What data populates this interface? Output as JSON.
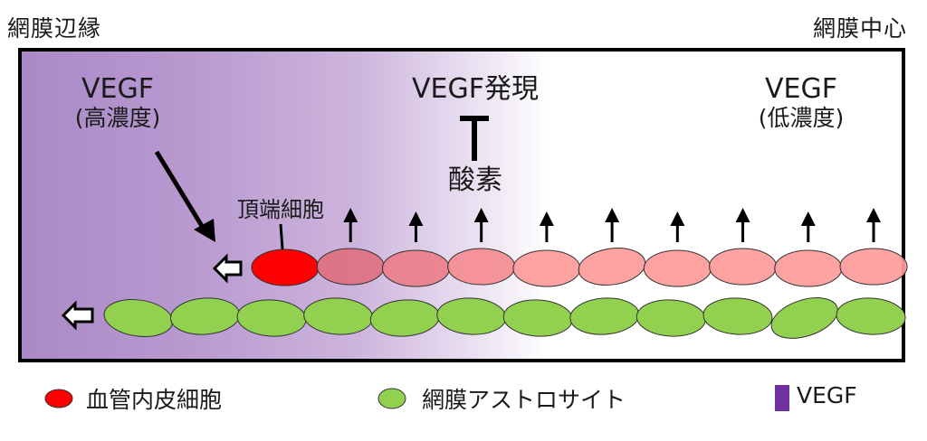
{
  "header": {
    "left_label": "網膜辺縁",
    "right_label": "網膜中心"
  },
  "annotations": {
    "vegf_high": {
      "title": "VEGF",
      "sub": "(高濃度)"
    },
    "vegf_expression": "VEGF発現",
    "inhibition_symbol": "T",
    "oxygen": "酸素",
    "vegf_low": {
      "title": "VEGF",
      "sub": "(低濃度)"
    },
    "tip_cell": "頂端細胞"
  },
  "cells": {
    "endothelial_count": 10,
    "astrocyte_count": 12,
    "oxygen_arrow_count": 9
  },
  "colors": {
    "tip_cell": "#ff0000",
    "endothelial_dark": "#e07080",
    "endothelial_light": "#ff9a9a",
    "astrocyte": "#92d050",
    "vegf": "#7030a0"
  },
  "legend": [
    {
      "label": "血管内皮細胞",
      "icon": "red-ellipse-icon",
      "color": "#ff0000"
    },
    {
      "label": "網膜アストロサイト",
      "icon": "green-ellipse-icon",
      "color": "#92d050"
    },
    {
      "label": "VEGF",
      "icon": "purple-square-icon",
      "color": "#7030a0"
    }
  ]
}
